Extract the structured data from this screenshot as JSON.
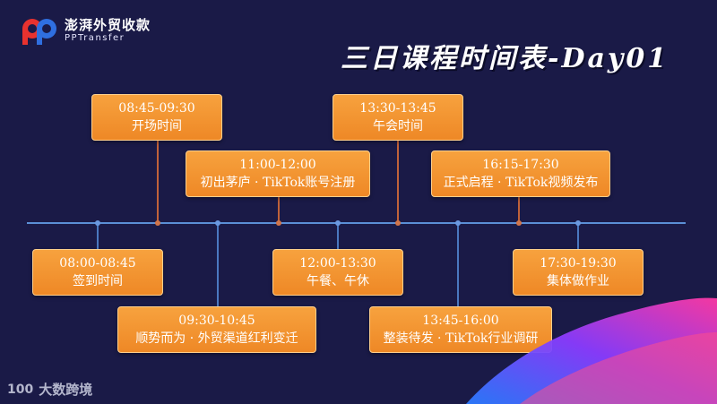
{
  "brand": {
    "name_cn": "澎湃外贸收款",
    "name_en": "PPTransfer"
  },
  "title": "三日课程时间表-Day01",
  "events": [
    {
      "id": "e1",
      "time": "08:45-09:30",
      "label": "开场时间"
    },
    {
      "id": "e2",
      "time": "11:00-12:00",
      "label": "初出茅庐 · TikTok账号注册"
    },
    {
      "id": "e3",
      "time": "13:30-13:45",
      "label": "午会时间"
    },
    {
      "id": "e4",
      "time": "16:15-17:30",
      "label": "正式启程 · TikTok视频发布"
    },
    {
      "id": "e5",
      "time": "08:00-08:45",
      "label": "签到时间"
    },
    {
      "id": "e6",
      "time": "09:30-10:45",
      "label": "顺势而为 · 外贸渠道红利变迁"
    },
    {
      "id": "e7",
      "time": "12:00-13:30",
      "label": "午餐、午休"
    },
    {
      "id": "e8",
      "time": "13:45-16:00",
      "label": "整装待发 · TikTok行业调研"
    },
    {
      "id": "e9",
      "time": "17:30-19:30",
      "label": "集体做作业"
    }
  ],
  "watermark": {
    "icon_text": "100",
    "text": "大数跨境"
  },
  "colors": {
    "background": "#1a1a47",
    "box": "#f39534",
    "axis": "#5b8fd6"
  }
}
